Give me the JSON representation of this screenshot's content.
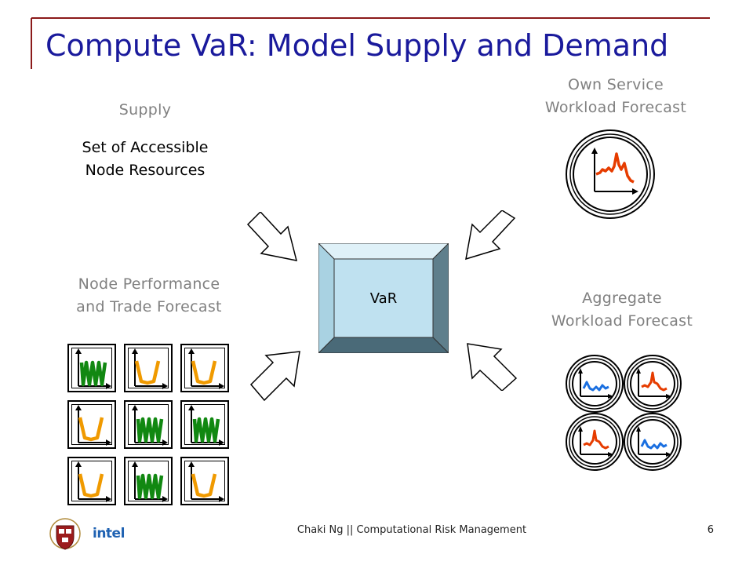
{
  "slide": {
    "title": "Compute VaR: Model Supply and Demand",
    "page_number": "6"
  },
  "labels": {
    "supply": "Supply",
    "supply_detail_line1": "Set of Accessible",
    "supply_detail_line2": "Node Resources",
    "node_perf_line1": "Node Performance",
    "node_perf_line2": "and Trade Forecast",
    "own_service_line1": "Own Service",
    "own_service_line2": "Workload Forecast",
    "aggregate_line1": "Aggregate",
    "aggregate_line2": "Workload Forecast",
    "center": "VaR"
  },
  "footer": {
    "text": "Chaki Ng || Computational Risk Management",
    "logo_text": "intel"
  },
  "node_grid": [
    [
      "zigzag",
      "valley",
      "valley"
    ],
    [
      "valley",
      "zigzag",
      "zigzag"
    ],
    [
      "valley",
      "zigzag",
      "valley"
    ]
  ],
  "aggregate_circles": [
    "dip",
    "spike",
    "spike",
    "dip"
  ],
  "colors": {
    "title": "#1a1a9c",
    "gray_label": "#808080",
    "zigzag_line": "#118811",
    "valley_line": "#f09a00",
    "spike_line": "#e63c00",
    "dip_line": "#1a6fe0",
    "box_face": "#bfe1f0",
    "accent_rule": "#8b1a1a"
  },
  "icons": {
    "arrows": "hollow-block-arrow-icon",
    "circles": "chart-circle-icon",
    "tiles": "chart-tile-icon"
  }
}
